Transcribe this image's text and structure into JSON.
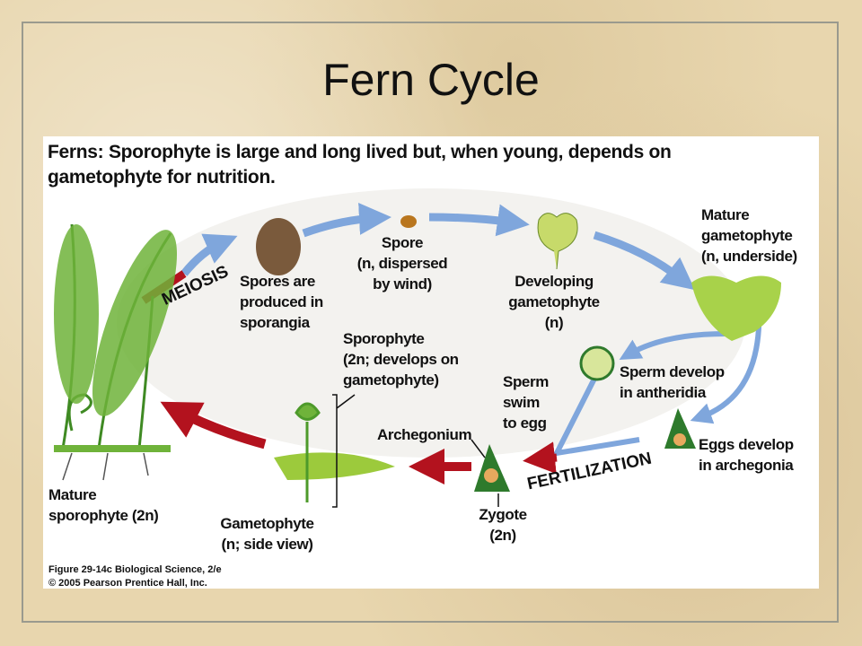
{
  "slide": {
    "title": "Fern Cycle"
  },
  "heading": {
    "lead": "Ferns:",
    "text": "Sporophyte is large and long lived but, when young, depends on",
    "text2": "gametophyte for nutrition."
  },
  "labels": {
    "spores_produced": [
      "Spores are",
      "produced in",
      "sporangia"
    ],
    "spore": [
      "Spore",
      "(n, dispersed",
      "by wind)"
    ],
    "developing_gametophyte": [
      "Developing",
      "gametophyte",
      "(n)"
    ],
    "mature_gametophyte": [
      "Mature",
      "gametophyte",
      "(n, underside)"
    ],
    "sporophyte_young": [
      "Sporophyte",
      "(2n; develops on",
      "gametophyte)"
    ],
    "sperm_swim": [
      "Sperm",
      "swim",
      "to egg"
    ],
    "sperm_develop": [
      "Sperm develop",
      "in antheridia"
    ],
    "archegonium": "Archegonium",
    "eggs_develop": [
      "Eggs develop",
      "in archegonia"
    ],
    "mature_sporophyte": [
      "Mature",
      "sporophyte (2n)"
    ],
    "gametophyte_side": [
      "Gametophyte",
      "(n; side view)"
    ],
    "zygote": [
      "Zygote",
      "(2n)"
    ],
    "meiosis": "MEIOSIS",
    "fertilization": "FERTILIZATION"
  },
  "caption": [
    "Figure 29-14c  Biological Science, 2/e",
    "© 2005 Pearson Prentice Hall, Inc."
  ],
  "colors": {
    "haploid_arrow": "#7fa6dc",
    "diploid_arrow": "#b3121e",
    "plant_green": "#6fb33a"
  }
}
